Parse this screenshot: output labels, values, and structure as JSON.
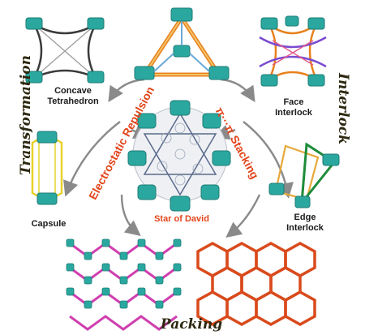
{
  "labels": {
    "concave_line1": "Concave",
    "concave_line2": "Tetrahedron",
    "face_line1": "Face",
    "face_line2": "Interlock",
    "capsule": "Capsule",
    "edge_line1": "Edge",
    "edge_line2": "Interlock",
    "star_of_david": "Star of David",
    "electrostatic": "Electrostatic Repulsion",
    "stacking": "π···π Stacking"
  },
  "categories": {
    "transformation": "Transformation",
    "interlock": "Interlock",
    "packing": "Packing"
  },
  "colors": {
    "teal": "#2aa8a0",
    "orange": "#e8801c",
    "red": "#e2451a",
    "purple": "#7a4bd0",
    "magenta": "#cf3fb0",
    "yellow": "#e6d22a",
    "green": "#1f8c3a",
    "arrow": "#8a8a8a"
  }
}
